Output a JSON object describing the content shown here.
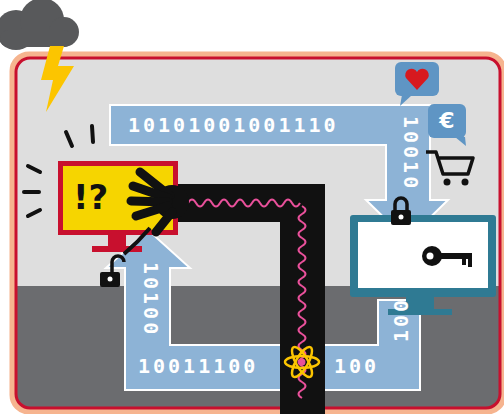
{
  "diagram": {
    "nodes": [
      {
        "text": [
          "!?"
        ]
      },
      {
        "text": [
          "€"
        ]
      }
    ],
    "labels": [
      "10101001001110",
      "10010",
      "10100",
      "10011100",
      "100",
      "100"
    ]
  }
}
